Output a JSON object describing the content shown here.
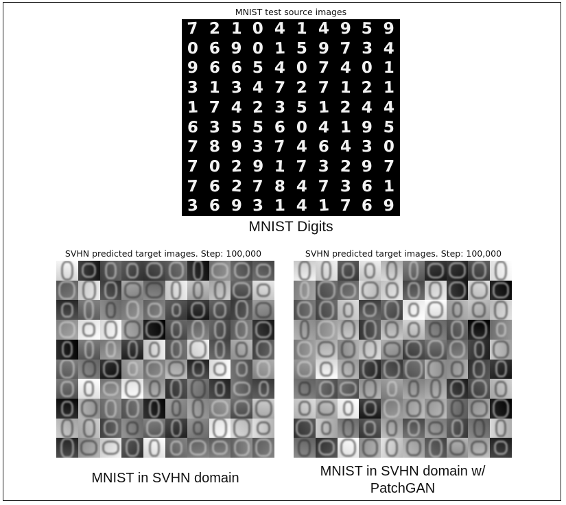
{
  "top_panel": {
    "title": "MNIST test source images",
    "caption": "MNIST Digits",
    "digits": [
      [
        "7",
        "2",
        "1",
        "0",
        "4",
        "1",
        "4",
        "9",
        "5",
        "9"
      ],
      [
        "0",
        "6",
        "9",
        "0",
        "1",
        "5",
        "9",
        "7",
        "3",
        "4"
      ],
      [
        "9",
        "6",
        "6",
        "5",
        "4",
        "0",
        "7",
        "4",
        "0",
        "1"
      ],
      [
        "3",
        "1",
        "3",
        "4",
        "7",
        "2",
        "7",
        "1",
        "2",
        "1"
      ],
      [
        "1",
        "7",
        "4",
        "2",
        "3",
        "5",
        "1",
        "2",
        "4",
        "4"
      ],
      [
        "6",
        "3",
        "5",
        "5",
        "6",
        "0",
        "4",
        "1",
        "9",
        "5"
      ],
      [
        "7",
        "8",
        "9",
        "3",
        "7",
        "4",
        "6",
        "4",
        "3",
        "0"
      ],
      [
        "7",
        "0",
        "2",
        "9",
        "1",
        "7",
        "3",
        "2",
        "9",
        "7"
      ],
      [
        "7",
        "6",
        "2",
        "7",
        "8",
        "4",
        "7",
        "3",
        "6",
        "1"
      ],
      [
        "3",
        "6",
        "9",
        "3",
        "1",
        "4",
        "1",
        "7",
        "6",
        "9"
      ]
    ]
  },
  "left_panel": {
    "title": "SVHN predicted target images. Step: 100,000",
    "caption": "MNIST in SVHN domain"
  },
  "right_panel": {
    "title": "SVHN predicted target images. Step: 100,000",
    "caption_line1": "MNIST in SVHN domain w/",
    "caption_line2": "PatchGAN"
  }
}
